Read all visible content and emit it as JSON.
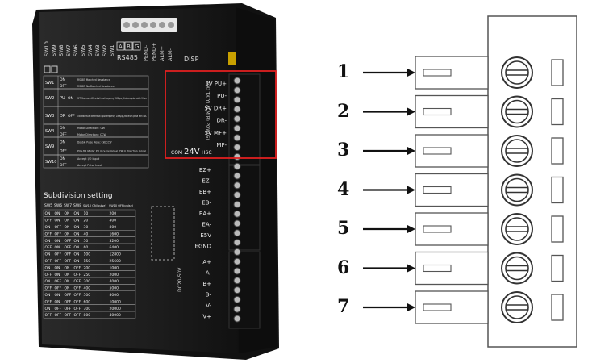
{
  "driver": {
    "switch_headers": [
      "SW10",
      "SW9",
      "SW8",
      "SW7",
      "SW6",
      "SW5",
      "SW4",
      "SW3",
      "SW2",
      "SW1"
    ],
    "rs485_label": "RS485",
    "rs485_pins": [
      "A",
      "B",
      "G"
    ],
    "top_pins": [
      "PEND-",
      "PEND+",
      "ALM+",
      "ALM-"
    ],
    "disp_label": "DISP",
    "pulse_labels": [
      "5V PU+",
      "PU-",
      "5V DR+",
      "DR-",
      "5V MF+",
      "MF-"
    ],
    "status_vertical": "R(X) TX(Y) ALM(R) POW(G)",
    "com_label": "COM",
    "volt_label": "24V",
    "hsc_label": "HSC",
    "encoder_labels": [
      "EZ+",
      "EZ-",
      "EB+",
      "EB-",
      "EA+",
      "EA-",
      "E5V",
      "EGND"
    ],
    "motor_labels": [
      "A+",
      "A-",
      "B+",
      "B-",
      "V-",
      "V+"
    ],
    "dc_label": "DC20-50V",
    "settings": [
      {
        "sw": "SW1",
        "rows": [
          {
            "st": "ON",
            "desc": "RS485 Matched Resistance"
          },
          {
            "st": "OFF",
            "desc": "RS485 No Matched Resistance"
          }
        ]
      },
      {
        "sw": "SW2",
        "name": "PU",
        "rows": [
          {
            "st": "ON",
            "desc": "OFF: Maximum differential input frequency 200Kpps, Minimum pulse width 2.5us."
          }
        ]
      },
      {
        "sw": "SW3",
        "name": "DR",
        "rows": [
          {
            "st": "OFF",
            "desc": "ON: Maximum differential input frequency 100Kpps,Minimum pulse with 5us."
          }
        ]
      },
      {
        "sw": "SW4",
        "rows": [
          {
            "st": "ON",
            "desc": "Motor Direction : CW"
          },
          {
            "st": "OFF",
            "desc": "Motor Direction : CCW"
          }
        ]
      },
      {
        "sw": "SW9",
        "rows": [
          {
            "st": "ON",
            "desc": "Double Pulse Mode: CW/CCW"
          },
          {
            "st": "OFF",
            "desc": "PU+DR Mode: PU is pulse signal, DR is direction signal."
          }
        ]
      },
      {
        "sw": "SW10",
        "rows": [
          {
            "st": "ON",
            "desc": "Accept I/O Input"
          },
          {
            "st": "OFF",
            "desc": "Accept Pulse Input"
          }
        ]
      }
    ],
    "subdivision_title": "Subdivision setting",
    "subdivision_headers": [
      "SW5",
      "SW6",
      "SW7",
      "SW8",
      "SW10 ON(pulse)",
      "SW10 OFF(pulse)"
    ],
    "subdivision_rows": [
      [
        "ON",
        "ON",
        "ON",
        "ON",
        "10",
        "200"
      ],
      [
        "OFF",
        "ON",
        "ON",
        "ON",
        "20",
        "400"
      ],
      [
        "ON",
        "OFF",
        "ON",
        "ON",
        "30",
        "800"
      ],
      [
        "OFF",
        "OFF",
        "ON",
        "ON",
        "40",
        "1600"
      ],
      [
        "ON",
        "ON",
        "OFF",
        "ON",
        "50",
        "3200"
      ],
      [
        "OFF",
        "ON",
        "OFF",
        "ON",
        "60",
        "6400"
      ],
      [
        "ON",
        "OFF",
        "OFF",
        "ON",
        "100",
        "12800"
      ],
      [
        "OFF",
        "OFF",
        "OFF",
        "ON",
        "150",
        "25600"
      ],
      [
        "ON",
        "ON",
        "ON",
        "OFF",
        "200",
        "1000"
      ],
      [
        "OFF",
        "ON",
        "ON",
        "OFF",
        "250",
        "2000"
      ],
      [
        "ON",
        "OFF",
        "ON",
        "OFF",
        "300",
        "4000"
      ],
      [
        "OFF",
        "OFF",
        "ON",
        "OFF",
        "400",
        "5000"
      ],
      [
        "ON",
        "ON",
        "OFF",
        "OFF",
        "500",
        "8000"
      ],
      [
        "OFF",
        "ON",
        "OFF",
        "OFF",
        "600",
        "10000"
      ],
      [
        "ON",
        "OFF",
        "OFF",
        "OFF",
        "700",
        "20000"
      ],
      [
        "OFF",
        "OFF",
        "OFF",
        "OFF",
        "800",
        "40000"
      ]
    ]
  },
  "terminal": {
    "pins": [
      "1",
      "2",
      "3",
      "4",
      "5",
      "6",
      "7"
    ]
  },
  "colors": {
    "case": "#1a1a1a",
    "panel": "#222222",
    "highlight": "#e02020",
    "led": "#c8a000"
  }
}
